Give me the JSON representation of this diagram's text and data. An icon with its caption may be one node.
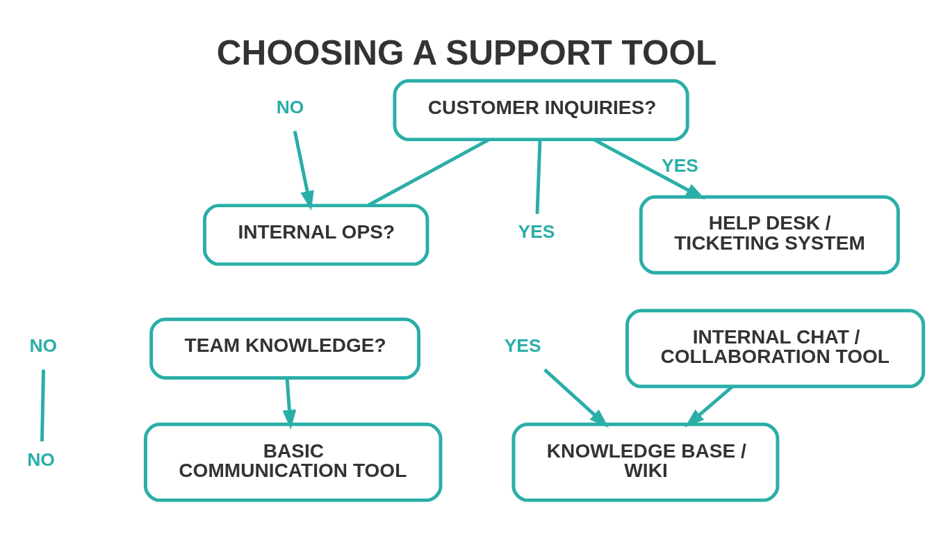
{
  "diagram": {
    "title": "CHOOSING A SUPPORT TOOL",
    "nodes": [
      {
        "text": [
          "CUSTOMER INQUIRIES?"
        ]
      },
      {
        "text": [
          "NO"
        ]
      },
      {
        "text": [
          "INTERNAL OPS?"
        ]
      },
      {
        "text": [
          "HELP DESK / TICKETING SYSTEM"
        ]
      },
      {
        "text": [
          "YES"
        ]
      },
      {
        "text": [
          "NO"
        ]
      },
      {
        "text": [
          "TEAM KNOWLEDGE?"
        ]
      },
      {
        "text": [
          "YES"
        ]
      },
      {
        "text": [
          "INTERNAL CHAT / COLLABORATION TOOL"
        ]
      },
      {
        "text": [
          "NO"
        ]
      },
      {
        "text": [
          "BASIC COMMUNICATION TOOL"
        ]
      },
      {
        "text": [
          "KNOWLEDGE BASE / WIKI"
        ]
      }
    ],
    "edges": [
      {
        "from": 1,
        "to": 2,
        "arrow": "to"
      },
      {
        "from": 0,
        "to": 3,
        "arrow": "to",
        "label": "YES"
      },
      {
        "from": 0,
        "to": 2,
        "arrow": "none"
      },
      {
        "from": 0,
        "to": 4,
        "arrow": "none"
      },
      {
        "from": 6,
        "to": 10,
        "arrow": "to"
      },
      {
        "from": 5,
        "to": 9,
        "arrow": "none"
      },
      {
        "from": 8,
        "to": 11,
        "arrow": "to"
      },
      {
        "from": 7,
        "to": 11,
        "arrow": "to"
      }
    ]
  }
}
